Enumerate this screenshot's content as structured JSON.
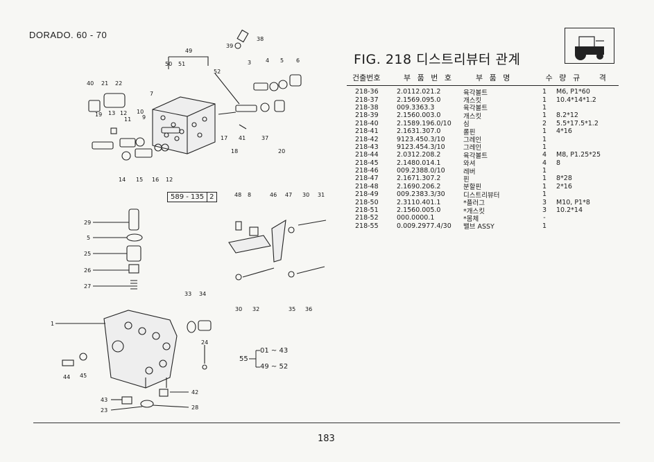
{
  "header": {
    "model": "DORADO. 60 - 70",
    "figure_title": "FIG. 218 디스트리뷰터 관계"
  },
  "table": {
    "headers": {
      "ref_no": "건출번호",
      "part_no": "부 품 번 호",
      "name": "부 품 명",
      "qty": "수 량",
      "spec": "규 격"
    },
    "rows": [
      {
        "ref": "218-36",
        "part": "2.0112.021.2",
        "name": "육각볼트",
        "qty": "1",
        "spec": "M6, P1*60"
      },
      {
        "ref": "218-37",
        "part": "2.1569.095.0",
        "name": "개스킷",
        "qty": "1",
        "spec": "10.4*14*1.2"
      },
      {
        "ref": "218-38",
        "part": "009.3363.3",
        "name": "육각볼트",
        "qty": "1",
        "spec": ""
      },
      {
        "ref": "218-39",
        "part": "2.1560.003.0",
        "name": "개스킷",
        "qty": "1",
        "spec": "8.2*12"
      },
      {
        "ref": "218-40",
        "part": "2.1589.196.0/10",
        "name": "심",
        "qty": "2",
        "spec": "5.5*17.5*1.2"
      },
      {
        "ref": "218-41",
        "part": "2.1631.307.0",
        "name": "롤핀",
        "qty": "1",
        "spec": "4*16"
      },
      {
        "ref": "218-42",
        "part": "9123.450.3/10",
        "name": "그레인",
        "qty": "1",
        "spec": ""
      },
      {
        "ref": "218-43",
        "part": "9123.454.3/10",
        "name": "그레인",
        "qty": "1",
        "spec": ""
      },
      {
        "ref": "218-44",
        "part": "2.0312.208.2",
        "name": "육각볼트",
        "qty": "4",
        "spec": "M8, P1.25*25"
      },
      {
        "ref": "218-45",
        "part": "2.1480.014.1",
        "name": "와셔",
        "qty": "4",
        "spec": "8"
      },
      {
        "ref": "218-46",
        "part": "009.2388.0/10",
        "name": "레버",
        "qty": "1",
        "spec": ""
      },
      {
        "ref": "218-47",
        "part": "2.1671.307.2",
        "name": "핀",
        "qty": "1",
        "spec": "8*28"
      },
      {
        "ref": "218-48",
        "part": "2.1690.206.2",
        "name": "분할핀",
        "qty": "1",
        "spec": "2*16"
      },
      {
        "ref": "218-49",
        "part": "009.2383.3/30",
        "name": "디스트리뷰터",
        "qty": "1",
        "spec": ""
      },
      {
        "ref": "218-50",
        "part": "2.3110.401.1",
        "name": "*플러그",
        "qty": "3",
        "spec": "M10, P1*8"
      },
      {
        "ref": "218-51",
        "part": "2.1560.005.0",
        "name": "*개스킷",
        "qty": "3",
        "spec": "10.2*14"
      },
      {
        "ref": "218-52",
        "part": "000.0000.1",
        "name": "*몸체",
        "qty": "-",
        "spec": ""
      },
      {
        "ref": "218-55",
        "part": "0.009.2977.4/30",
        "name": "밸브 ASSY",
        "qty": "1",
        "spec": ""
      }
    ]
  },
  "diagram": {
    "ref_code": "589 - 135",
    "ref_page": "2",
    "group_label": "55",
    "group_range_1": "01 ~ 43",
    "group_range_2": "49 ~ 52",
    "callouts_top": [
      "38",
      "39",
      "49",
      "50",
      "51",
      "52",
      "3",
      "4",
      "5",
      "6",
      "7",
      "40",
      "21",
      "22",
      "19",
      "13",
      "12",
      "11",
      "10",
      "9",
      "17",
      "41",
      "37",
      "18",
      "20",
      "14",
      "15",
      "16",
      "12"
    ],
    "callouts_bottom": [
      "48",
      "8",
      "46",
      "47",
      "30",
      "31",
      "29",
      "5",
      "25",
      "26",
      "27",
      "33",
      "34",
      "30",
      "32",
      "35",
      "36",
      "1",
      "24",
      "44",
      "45",
      "42",
      "43",
      "28",
      "23"
    ]
  },
  "footer": {
    "page_number": "183"
  }
}
